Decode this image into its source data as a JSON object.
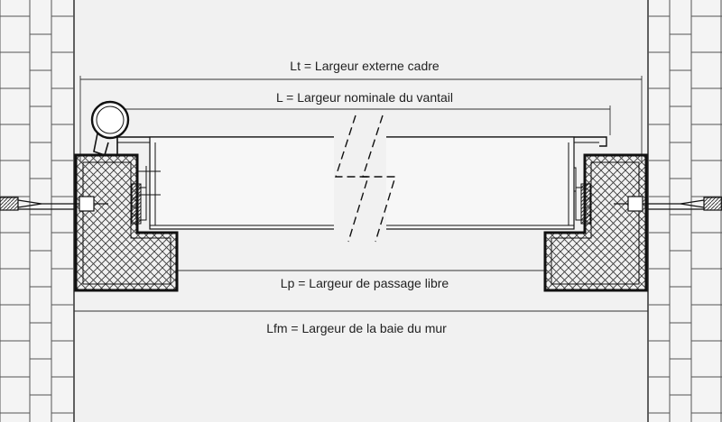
{
  "labels": {
    "lt": "Lt = Largeur externe cadre",
    "l": "L = Largeur nominale du vantail",
    "lp": "Lp = Largeur de passage libre",
    "lfm": "Lfm = Largeur de la baie du mur"
  },
  "colors": {
    "background": "#f1f1f1",
    "line": "#1a1a1a",
    "frame_fill": "#ffffff",
    "wall_fill": "#f4f4f4"
  }
}
